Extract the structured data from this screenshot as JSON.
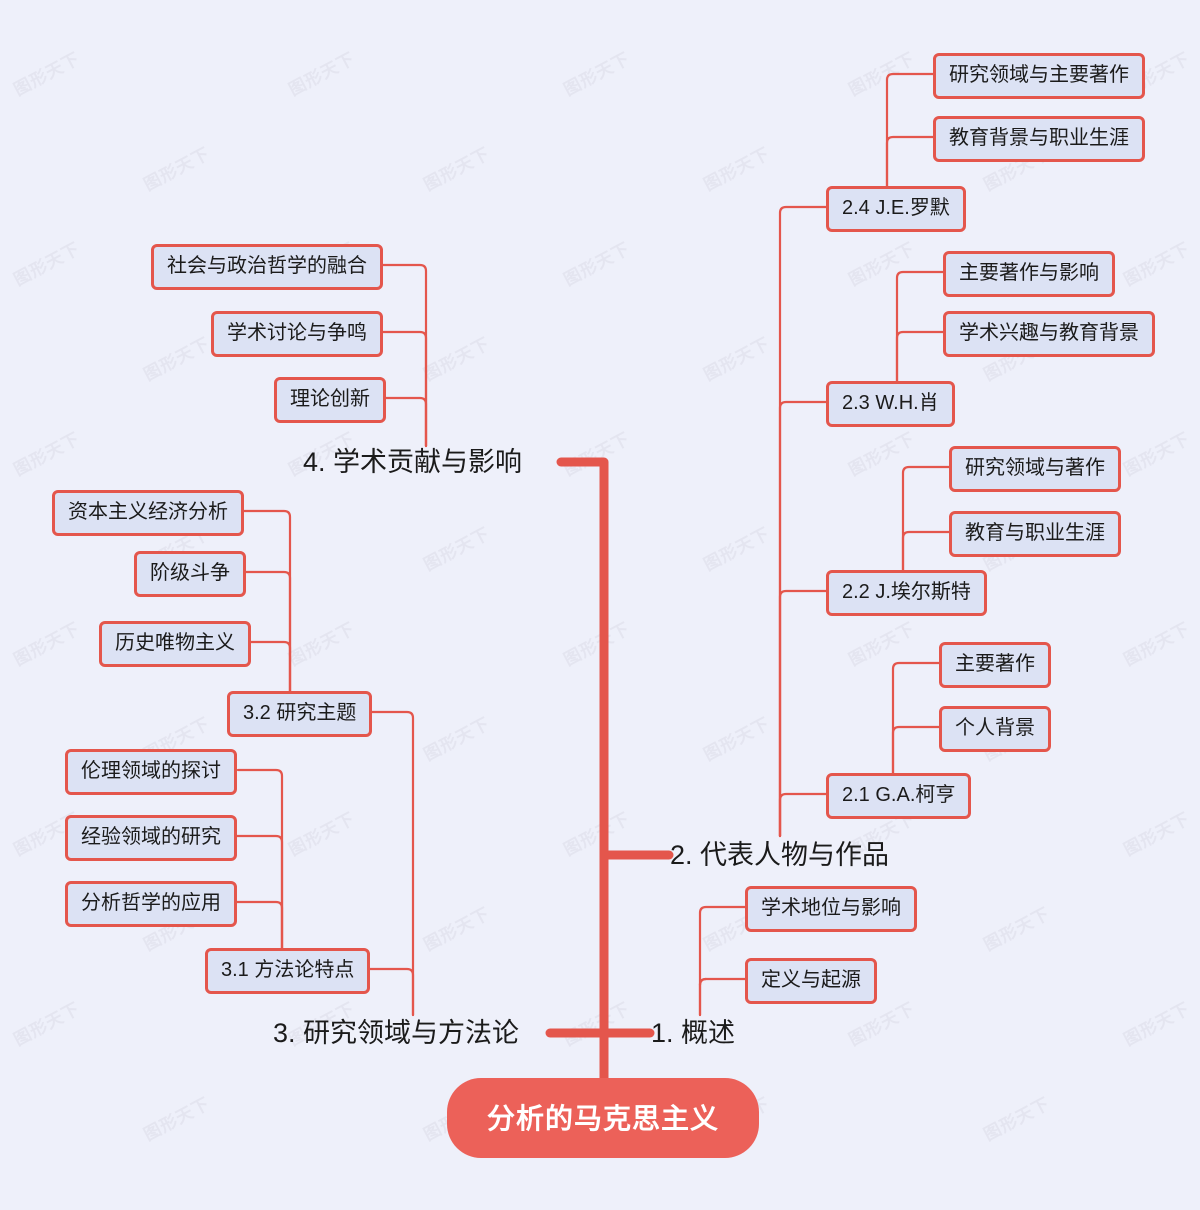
{
  "meta": {
    "watermark_text": "图形天下",
    "background_color": "#eef0fa",
    "node_fill": "#dce2f4",
    "node_border": "#e4564c",
    "root_fill": "#ec6159",
    "root_text_color": "#ffffff",
    "connector_color": "#e4564c",
    "text_color": "#1b1b1b"
  },
  "root": {
    "label": "分析的马克思主义"
  },
  "branches": [
    {
      "id": "b1",
      "label": "1. 概述",
      "side": "right",
      "children": [
        {
          "id": "b1c1",
          "label": "学术地位与影响"
        },
        {
          "id": "b1c2",
          "label": "定义与起源"
        }
      ]
    },
    {
      "id": "b2",
      "label": "2. 代表人物与作品",
      "side": "right",
      "children": [
        {
          "id": "b2c1",
          "label": "2.1 G.A.柯亨",
          "children": [
            {
              "id": "b2c1g1",
              "label": "主要著作"
            },
            {
              "id": "b2c1g2",
              "label": "个人背景"
            }
          ]
        },
        {
          "id": "b2c2",
          "label": "2.2 J.埃尔斯特",
          "children": [
            {
              "id": "b2c2g1",
              "label": "研究领域与著作"
            },
            {
              "id": "b2c2g2",
              "label": "教育与职业生涯"
            }
          ]
        },
        {
          "id": "b2c3",
          "label": "2.3 W.H.肖",
          "children": [
            {
              "id": "b2c3g1",
              "label": "主要著作与影响"
            },
            {
              "id": "b2c3g2",
              "label": "学术兴趣与教育背景"
            }
          ]
        },
        {
          "id": "b2c4",
          "label": "2.4 J.E.罗默",
          "children": [
            {
              "id": "b2c4g1",
              "label": "研究领域与主要著作"
            },
            {
              "id": "b2c4g2",
              "label": "教育背景与职业生涯"
            }
          ]
        }
      ]
    },
    {
      "id": "b3",
      "label": "3. 研究领域与方法论",
      "side": "left",
      "children": [
        {
          "id": "b3c1",
          "label": "3.1 方法论特点",
          "children": [
            {
              "id": "b3c1g1",
              "label": "伦理领域的探讨"
            },
            {
              "id": "b3c1g2",
              "label": "经验领域的研究"
            },
            {
              "id": "b3c1g3",
              "label": "分析哲学的应用"
            }
          ]
        },
        {
          "id": "b3c2",
          "label": "3.2 研究主题",
          "children": [
            {
              "id": "b3c2g1",
              "label": "资本主义经济分析"
            },
            {
              "id": "b3c2g2",
              "label": "阶级斗争"
            },
            {
              "id": "b3c2g3",
              "label": "历史唯物主义"
            }
          ]
        }
      ]
    },
    {
      "id": "b4",
      "label": "4. 学术贡献与影响",
      "side": "left",
      "children": [
        {
          "id": "b4c1",
          "label": "社会与政治哲学的融合"
        },
        {
          "id": "b4c2",
          "label": "学术讨论与争鸣"
        },
        {
          "id": "b4c3",
          "label": "理论创新"
        }
      ]
    }
  ]
}
